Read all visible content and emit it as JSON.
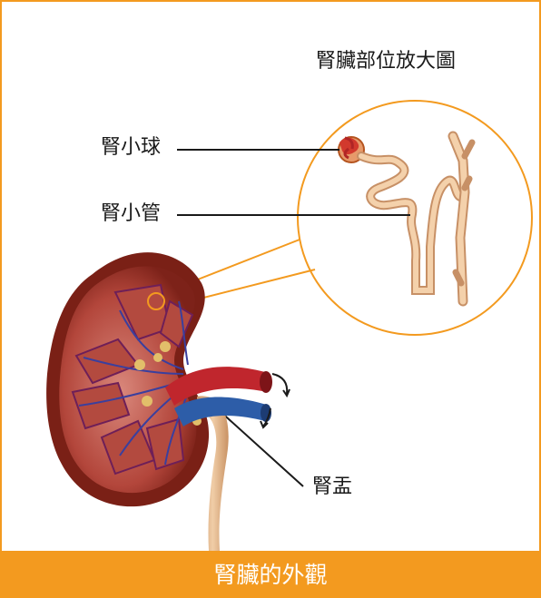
{
  "labels": {
    "magnified_title": "腎臟部位放大圖",
    "glomerulus": "腎小球",
    "tubule": "腎小管",
    "pelvis": "腎盂"
  },
  "footer": {
    "caption": "腎臟的外觀"
  },
  "colors": {
    "accent": "#f39a1f",
    "kidney_capsule": "#8f2a1f",
    "kidney_inner": "#c5675c",
    "artery": "#c0262d",
    "vein": "#2d5da8",
    "ureter": "#e6b98c",
    "tubule": "#f3c99b"
  }
}
